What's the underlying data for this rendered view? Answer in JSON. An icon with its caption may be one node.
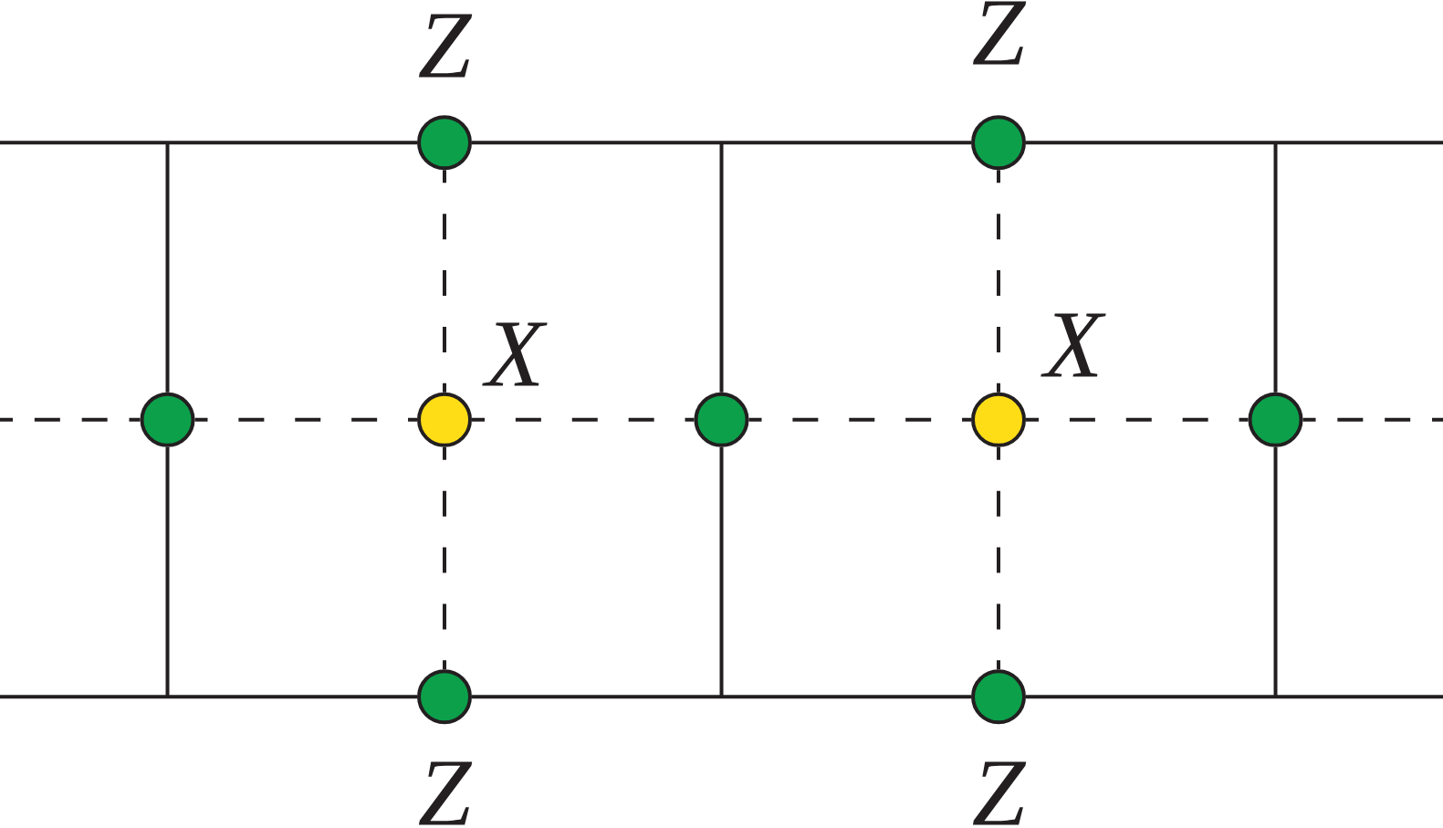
{
  "diagram": {
    "nodes": [
      {
        "text": [],
        "shape": "circle",
        "beside": [
          "Z"
        ]
      },
      {
        "text": [],
        "shape": "circle",
        "beside": [
          "Z"
        ]
      },
      {
        "text": [],
        "shape": "circle"
      },
      {
        "text": [],
        "shape": "circle",
        "beside": [
          "X"
        ]
      },
      {
        "text": [],
        "shape": "circle"
      },
      {
        "text": [],
        "shape": "circle",
        "beside": [
          "X"
        ]
      },
      {
        "text": [],
        "shape": "circle"
      },
      {
        "text": [],
        "shape": "circle",
        "beside": [
          "Z"
        ]
      },
      {
        "text": [],
        "shape": "circle",
        "beside": [
          "Z"
        ]
      }
    ],
    "edges": [
      {
        "from": null,
        "to": 0,
        "arrow": "none"
      },
      {
        "from": 0,
        "to": 1,
        "arrow": "none"
      },
      {
        "from": 1,
        "to": null,
        "arrow": "none"
      },
      {
        "from": null,
        "to": 7,
        "arrow": "none"
      },
      {
        "from": 7,
        "to": 8,
        "arrow": "none"
      },
      {
        "from": 8,
        "to": null,
        "arrow": "none"
      },
      {
        "from": null,
        "to": 2,
        "arrow": "none"
      },
      {
        "from": 2,
        "to": null,
        "arrow": "none"
      },
      {
        "from": null,
        "to": 4,
        "arrow": "none"
      },
      {
        "from": 4,
        "to": null,
        "arrow": "none"
      },
      {
        "from": null,
        "to": 6,
        "arrow": "none"
      },
      {
        "from": 6,
        "to": null,
        "arrow": "none"
      },
      {
        "from": null,
        "to": 2,
        "arrow": "none",
        "style": "dashed"
      },
      {
        "from": 2,
        "to": 3,
        "arrow": "none",
        "style": "dashed"
      },
      {
        "from": 3,
        "to": 4,
        "arrow": "none",
        "style": "dashed"
      },
      {
        "from": 4,
        "to": 5,
        "arrow": "none",
        "style": "dashed"
      },
      {
        "from": 5,
        "to": 6,
        "arrow": "none",
        "style": "dashed"
      },
      {
        "from": 6,
        "to": null,
        "arrow": "none",
        "style": "dashed"
      },
      {
        "from": 0,
        "to": 3,
        "arrow": "none",
        "style": "dashed"
      },
      {
        "from": 3,
        "to": 7,
        "arrow": "none",
        "style": "dashed"
      },
      {
        "from": 1,
        "to": 5,
        "arrow": "none",
        "style": "dashed"
      },
      {
        "from": 5,
        "to": 8,
        "arrow": "none",
        "style": "dashed"
      }
    ]
  }
}
